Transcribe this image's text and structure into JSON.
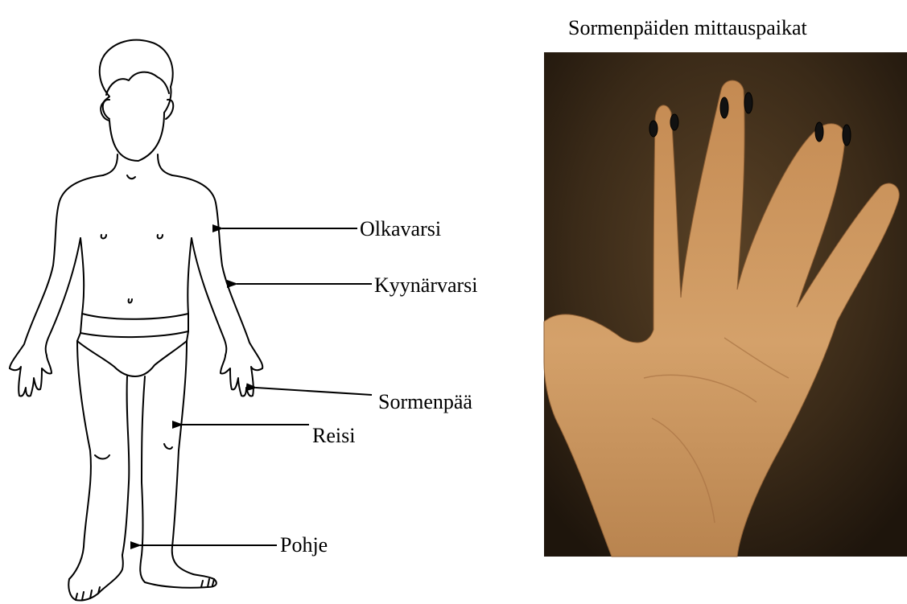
{
  "body_labels": {
    "olkavarsi": "Olkavarsi",
    "kyynarvarsi": "Kyynärvarsi",
    "sormenpaa": "Sormenpää",
    "reisi": "Reisi",
    "pohje": "Pohje"
  },
  "photo": {
    "title": "Sormenpäiden mittauspaikat"
  },
  "colors": {
    "line": "#000000",
    "photo_bg_dark": "#241a10",
    "photo_bg_mid": "#4a3620",
    "skin": "#c9955d",
    "skin_light": "#dcae78",
    "marker": "#111111"
  }
}
